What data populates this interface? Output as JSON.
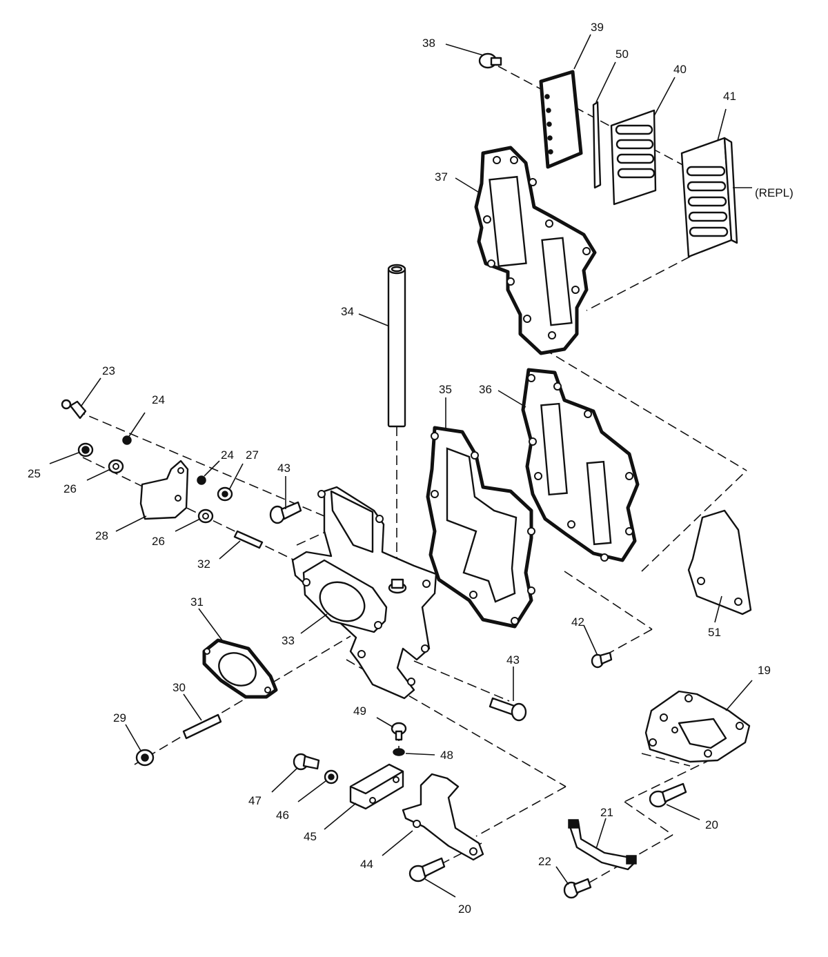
{
  "diagram": {
    "callouts": [
      {
        "id": "c19",
        "text": "19"
      },
      {
        "id": "c20a",
        "text": "20"
      },
      {
        "id": "c20b",
        "text": "20"
      },
      {
        "id": "c21",
        "text": "21"
      },
      {
        "id": "c22",
        "text": "22"
      },
      {
        "id": "c23",
        "text": "23"
      },
      {
        "id": "c24a",
        "text": "24"
      },
      {
        "id": "c24b",
        "text": "24"
      },
      {
        "id": "c25",
        "text": "25"
      },
      {
        "id": "c26a",
        "text": "26"
      },
      {
        "id": "c26b",
        "text": "26"
      },
      {
        "id": "c27",
        "text": "27"
      },
      {
        "id": "c28",
        "text": "28"
      },
      {
        "id": "c29",
        "text": "29"
      },
      {
        "id": "c30",
        "text": "30"
      },
      {
        "id": "c31",
        "text": "31"
      },
      {
        "id": "c32",
        "text": "32"
      },
      {
        "id": "c33",
        "text": "33"
      },
      {
        "id": "c34",
        "text": "34"
      },
      {
        "id": "c35",
        "text": "35"
      },
      {
        "id": "c36",
        "text": "36"
      },
      {
        "id": "c37",
        "text": "37"
      },
      {
        "id": "c38",
        "text": "38"
      },
      {
        "id": "c39",
        "text": "39"
      },
      {
        "id": "c40",
        "text": "40"
      },
      {
        "id": "c41",
        "text": "41"
      },
      {
        "id": "c42",
        "text": "42"
      },
      {
        "id": "c43a",
        "text": "43"
      },
      {
        "id": "c43b",
        "text": "43"
      },
      {
        "id": "c44",
        "text": "44"
      },
      {
        "id": "c45",
        "text": "45"
      },
      {
        "id": "c46",
        "text": "46"
      },
      {
        "id": "c47",
        "text": "47"
      },
      {
        "id": "c48",
        "text": "48"
      },
      {
        "id": "c49",
        "text": "49"
      },
      {
        "id": "c50",
        "text": "50"
      },
      {
        "id": "c51",
        "text": "51"
      }
    ],
    "note_repl": "(REPL)"
  }
}
